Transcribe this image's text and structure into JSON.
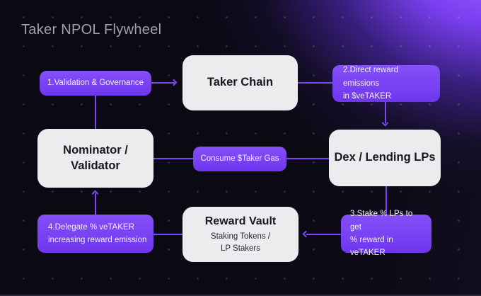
{
  "title": "Taker NPOL Flywheel",
  "colors": {
    "background": "#0b0913",
    "glow": "#7a3ff0",
    "accent_purple": "#7b45f5",
    "connector_purple": "#7c48f6",
    "node_background": "#ececee",
    "node_text": "#17171f",
    "label_text": "#f3efff",
    "title_text": "#a3a1ae"
  },
  "nodes": {
    "taker_chain": {
      "label": "Taker Chain"
    },
    "nominator_validator": {
      "line1": "Nominator /",
      "line2": "Validator"
    },
    "dex_lending": {
      "label": "Dex / Lending LPs"
    },
    "reward_vault": {
      "title": "Reward Vault",
      "line1": "Staking Tokens /",
      "line2": "LP Stakers"
    }
  },
  "steps": {
    "step1": {
      "label": "1.Validation & Governance"
    },
    "step2": {
      "line1": "2.Direct reward emissions",
      "line2": "in $veTAKER"
    },
    "step3": {
      "line1": "3.Stake % LPs to get",
      "line2": "% reward in veTAKER"
    },
    "step4": {
      "line1": "4.Delegate % veTAKER",
      "line2": "increasing reward emission"
    },
    "consume": {
      "label": "Consume $Taker Gas"
    }
  }
}
